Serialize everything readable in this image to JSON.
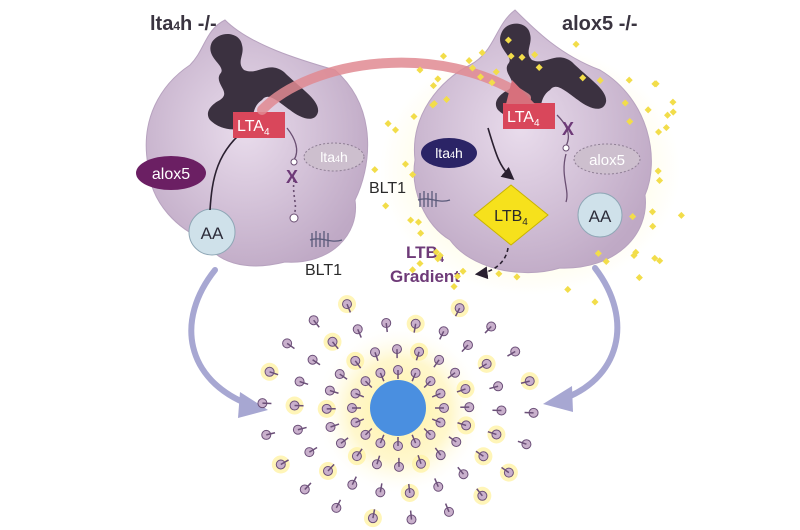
{
  "left_cell": {
    "title_main": "lta",
    "title_sub": "4",
    "title_rest": "h -/-",
    "enzyme_active": "alox5",
    "enzyme_blocked_main": "lta",
    "enzyme_blocked_sub": "4",
    "enzyme_blocked_rest": "h",
    "substrate": "AA",
    "product_main": "LTA",
    "product_sub": "4",
    "receptor": "BLT1",
    "block_mark": "X"
  },
  "right_cell": {
    "title": "alox5 -/-",
    "enzyme_active_main": "lta",
    "enzyme_active_sub": "4",
    "enzyme_active_rest": "h",
    "enzyme_blocked": "alox5",
    "substrate": "AA",
    "product_main": "LTA",
    "product_sub": "4",
    "output_main": "LTB",
    "output_sub": "4",
    "receptor": "BLT1",
    "block_mark": "X"
  },
  "gradient_label": {
    "line1_main": "LTB",
    "line1_sub": "4",
    "line2": "Gradient"
  },
  "colors": {
    "cell_fill": "#cfc0d3",
    "nucleus": "#3b3140",
    "lta4_box": "#d9475b",
    "transfer_arrow": "#e08a92",
    "alox5_ellipse": "#6b1f63",
    "lta4h_ellipse": "#2b2466",
    "ltb4_diamond": "#f6e11c",
    "gradient_text": "#6e3a78",
    "swarm_arrow": "#a7a7d2",
    "swarm_core": "#4a8fe0"
  }
}
